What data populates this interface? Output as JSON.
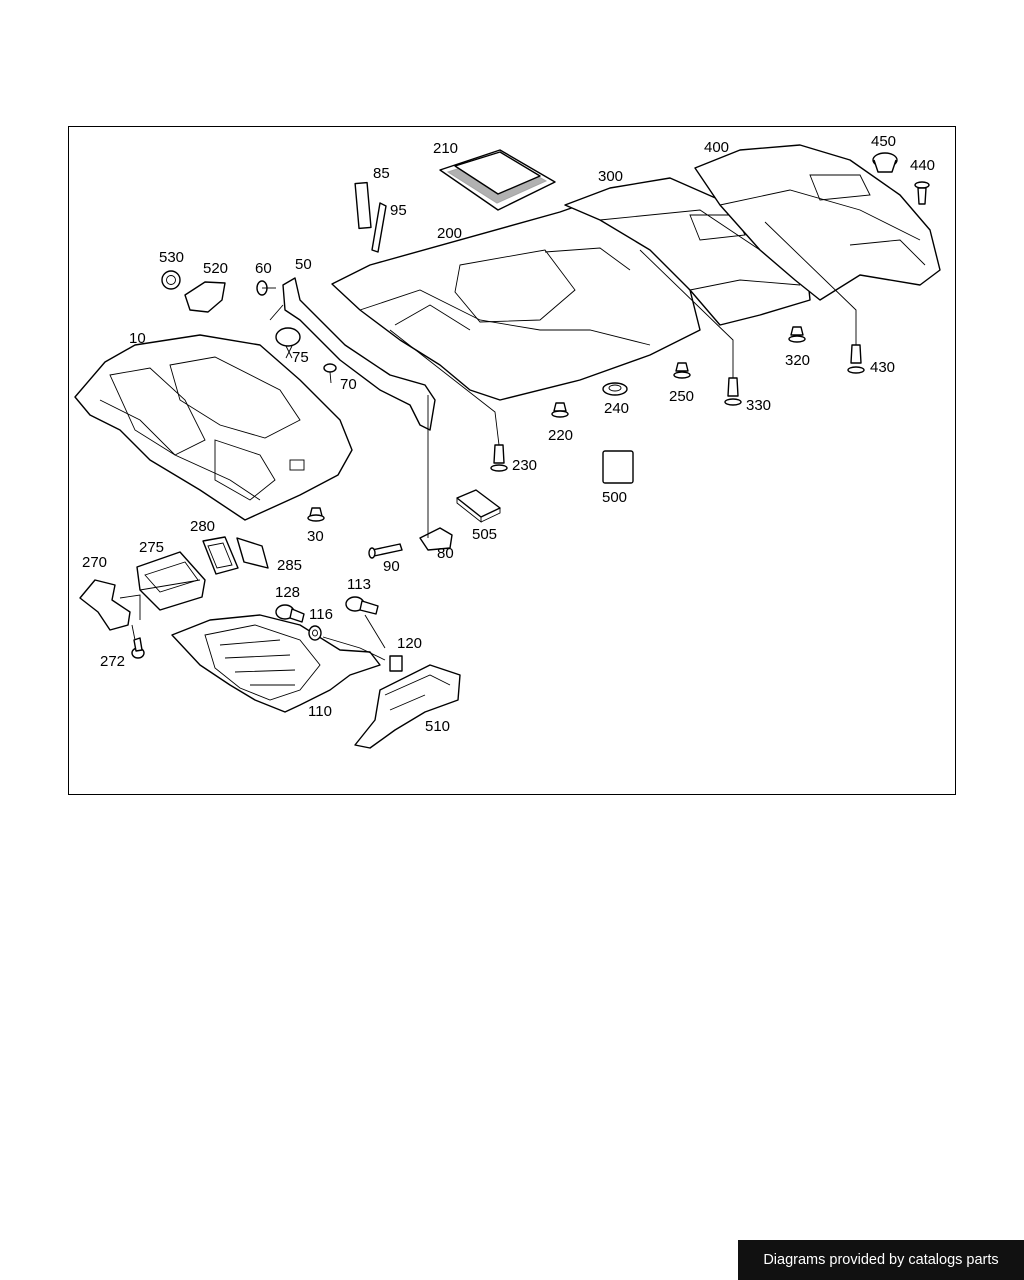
{
  "diagram": {
    "callouts": [
      "10",
      "30",
      "50",
      "60",
      "70",
      "75",
      "80",
      "85",
      "90",
      "95",
      "110",
      "113",
      "116",
      "120",
      "128",
      "200",
      "210",
      "220",
      "230",
      "240",
      "250",
      "270",
      "272",
      "275",
      "280",
      "285",
      "300",
      "320",
      "330",
      "400",
      "430",
      "440",
      "450",
      "500",
      "505",
      "510",
      "520",
      "530"
    ]
  },
  "footer": {
    "text": "Diagrams provided by catalogs parts"
  },
  "colors": {
    "line": "#000000",
    "background": "#ffffff",
    "footer_bg": "#111111",
    "footer_text": "#ffffff"
  }
}
